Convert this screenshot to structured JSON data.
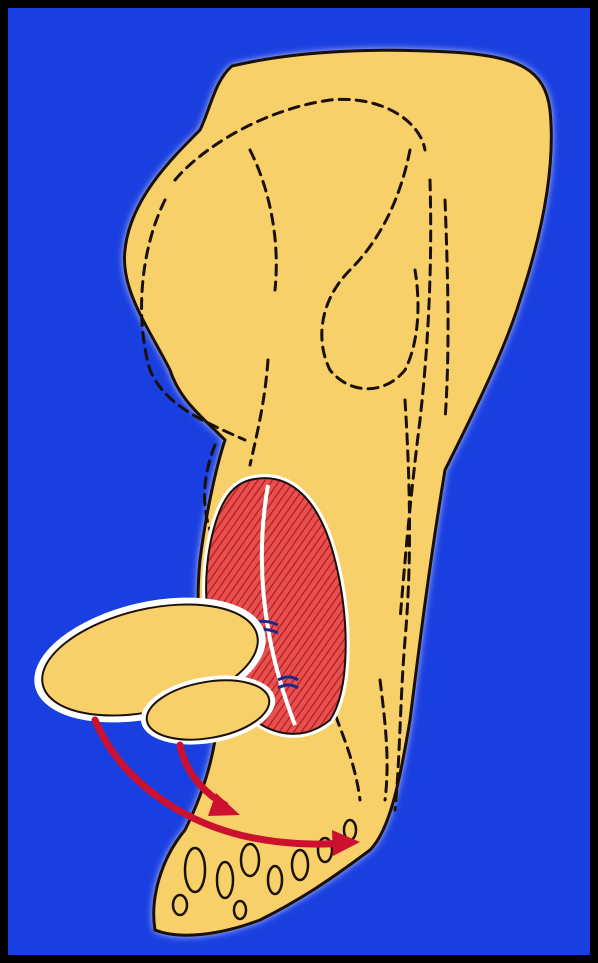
{
  "figure": {
    "background_color": "#1a3fe0",
    "border_color": "#000000",
    "limb_fill": "#f8d06a",
    "outline_color": "#1a1008",
    "halo_color": "#ffffff",
    "muscle_fill": "#d42a2a",
    "arrow_color": "#cc1030",
    "fascia_color": "#1a2a8a",
    "icons": [
      "thigh-limb-outline",
      "muscle-flap",
      "skin-flaps",
      "rotation-arrows"
    ]
  }
}
